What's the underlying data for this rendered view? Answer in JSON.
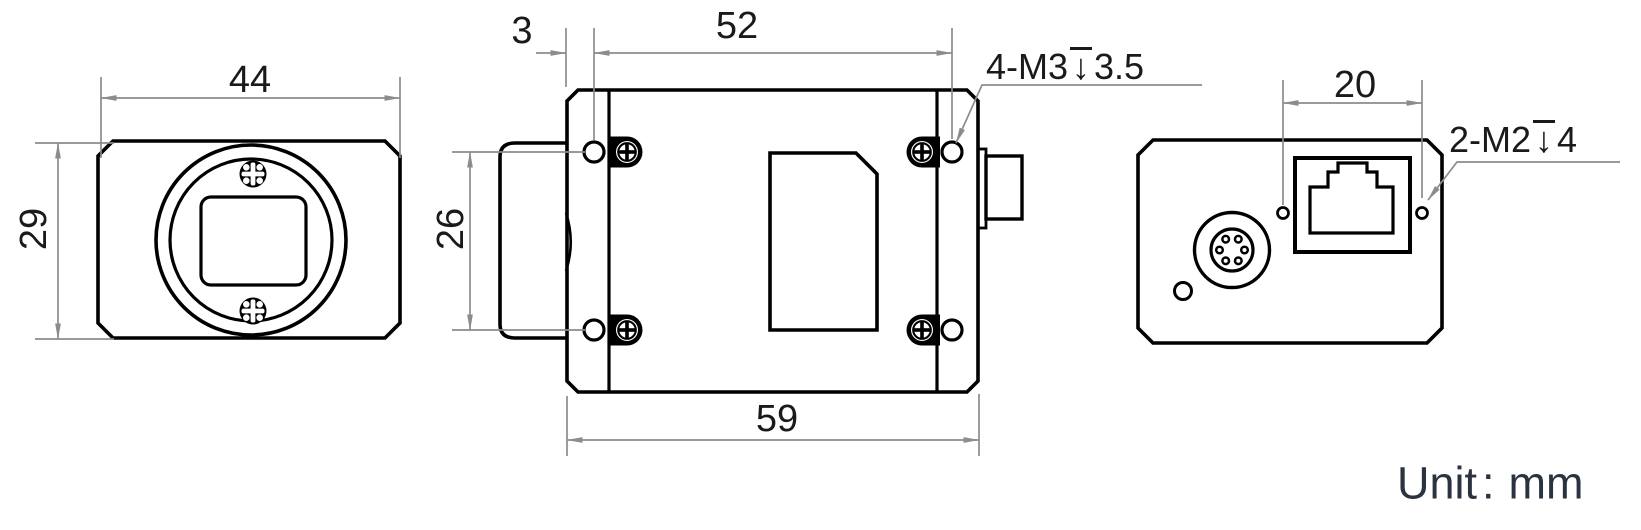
{
  "unit": {
    "label": "Unit",
    "colon": ":",
    "value": "mm"
  },
  "dimensions": {
    "front_width_mm": "44",
    "front_height_mm": "29",
    "lens_offset_mm": "3",
    "top_hole_span_mm": "52",
    "side_hole_span_mm": "26",
    "body_depth_mm": "59",
    "back_hole_span_mm": "20"
  },
  "thread_labels": {
    "side": {
      "prefix": "4-M3",
      "depth_symbol": "↓",
      "depth_value": "3.5"
    },
    "back": {
      "prefix": "2-M2",
      "depth_symbol": "↓",
      "depth_value": "4"
    }
  },
  "colors": {
    "outline": "#000000",
    "dimension_lines": "#8c8c8c",
    "dimension_text": "#1a1a1a",
    "unit_text": "#2b3240"
  }
}
